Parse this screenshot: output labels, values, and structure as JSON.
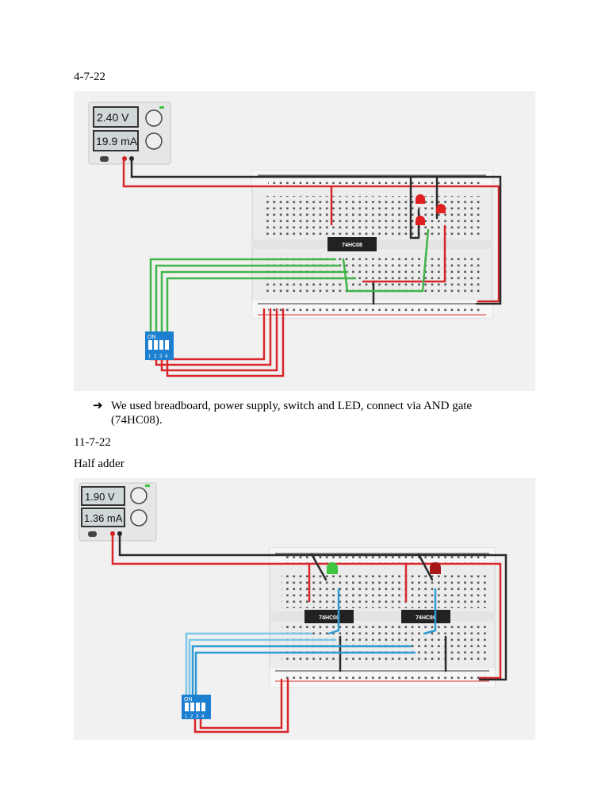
{
  "entries": [
    {
      "date": "4-7-22",
      "supply": {
        "voltage": "2.40 V",
        "current": "19.9 mA"
      },
      "chips": [
        "74HC08"
      ],
      "switch": {
        "label": "ON",
        "positions": [
          "1",
          "2",
          "3",
          "4"
        ]
      },
      "note_arrow": "➔",
      "note_line1": "We used breadboard, power supply, switch and LED, connect via AND gate",
      "note_line2": "(74HC08)."
    },
    {
      "date": "11-7-22",
      "title": "Half adder",
      "supply": {
        "voltage": "1.90 V",
        "current": "1.36 mA"
      },
      "chips": [
        "74HC08",
        "74HC86"
      ],
      "switch": {
        "label": "ON",
        "positions": [
          "1",
          "2",
          "3",
          "4"
        ]
      }
    }
  ],
  "colors": {
    "wire_red": "#d8262b",
    "wire_black": "#2a2a2a",
    "wire_green": "#3fb549",
    "wire_blue": "#2c9ad3",
    "wire_lightblue": "#7cc8e8",
    "led_red": "#e02020",
    "led_green": "#3ec43e",
    "switch_blue": "#1d7fd0",
    "chip": "#222222"
  }
}
